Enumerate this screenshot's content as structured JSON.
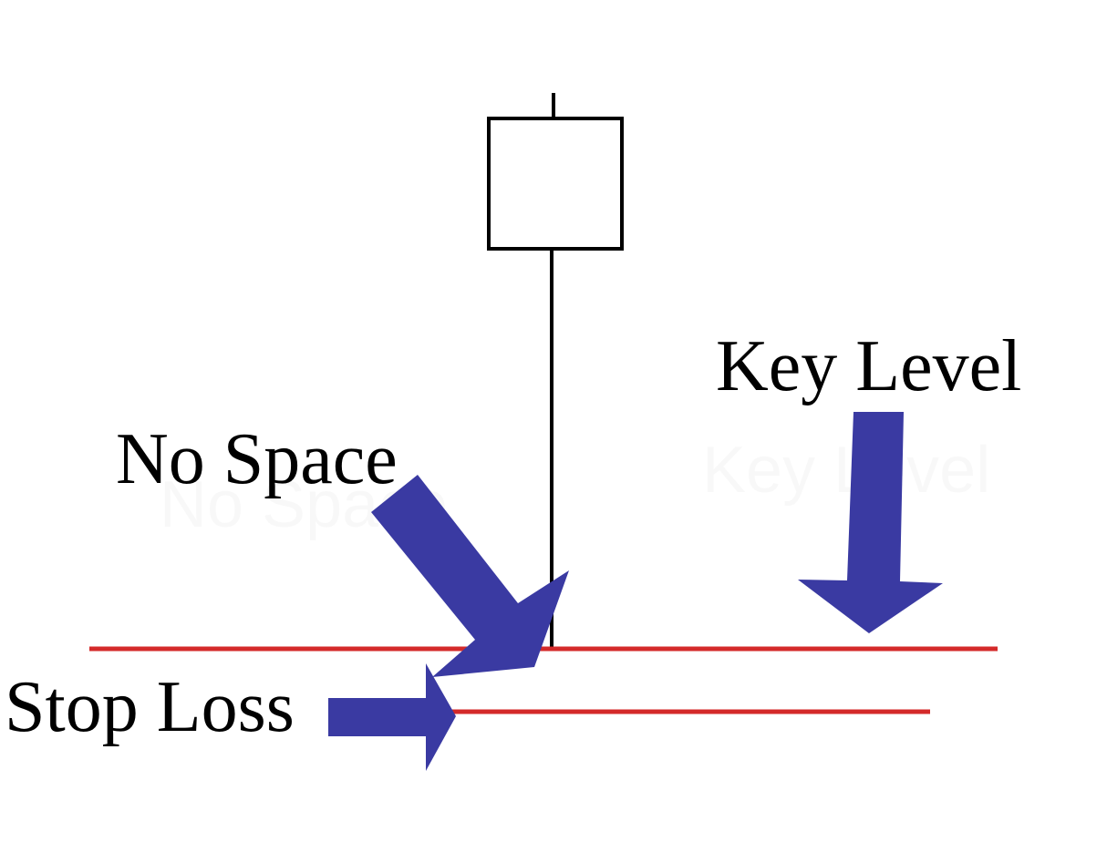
{
  "diagram": {
    "labels": {
      "key_level": "Key Level",
      "no_space": "No Space",
      "stop_loss": "Stop Loss"
    },
    "colors": {
      "arrow": "#3a3aa2",
      "level_line": "#d42a2a",
      "candle": "#000000",
      "background": "#ffffff"
    }
  }
}
